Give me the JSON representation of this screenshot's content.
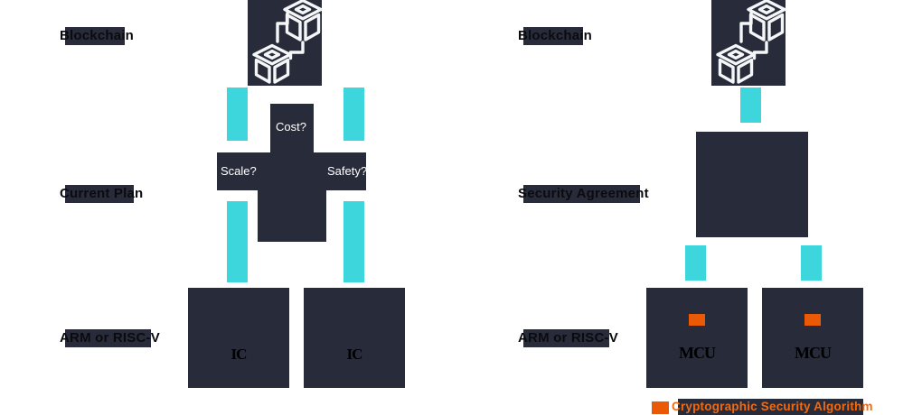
{
  "colors": {
    "navy": "#282c3a",
    "teal": "#3cd6dc",
    "orange": "#ea5906",
    "legend_orange": "#f26a0d",
    "white": "#ffffff",
    "text_black": "#0b0b0f"
  },
  "left_diagram": {
    "labels": {
      "top": "Blockchain",
      "middle": "Current Plan",
      "bottom": "ARM or RISC-V"
    },
    "icon": "blockchain-cubes-icon",
    "questions": {
      "top": "Cost?",
      "left": "Scale?",
      "right": "Safety?"
    },
    "chips": {
      "first": "IC",
      "second": "IC"
    }
  },
  "right_diagram": {
    "labels": {
      "top": "Blockchain",
      "middle": "Security Agreement",
      "bottom": "ARM or RISC-V"
    },
    "icon": "blockchain-cubes-icon",
    "chips": {
      "first": "MCU",
      "second": "MCU"
    },
    "legend": {
      "swatch_icon": "crypto-algorithm-swatch",
      "label": "Cryptographic Security Algorithm"
    }
  }
}
